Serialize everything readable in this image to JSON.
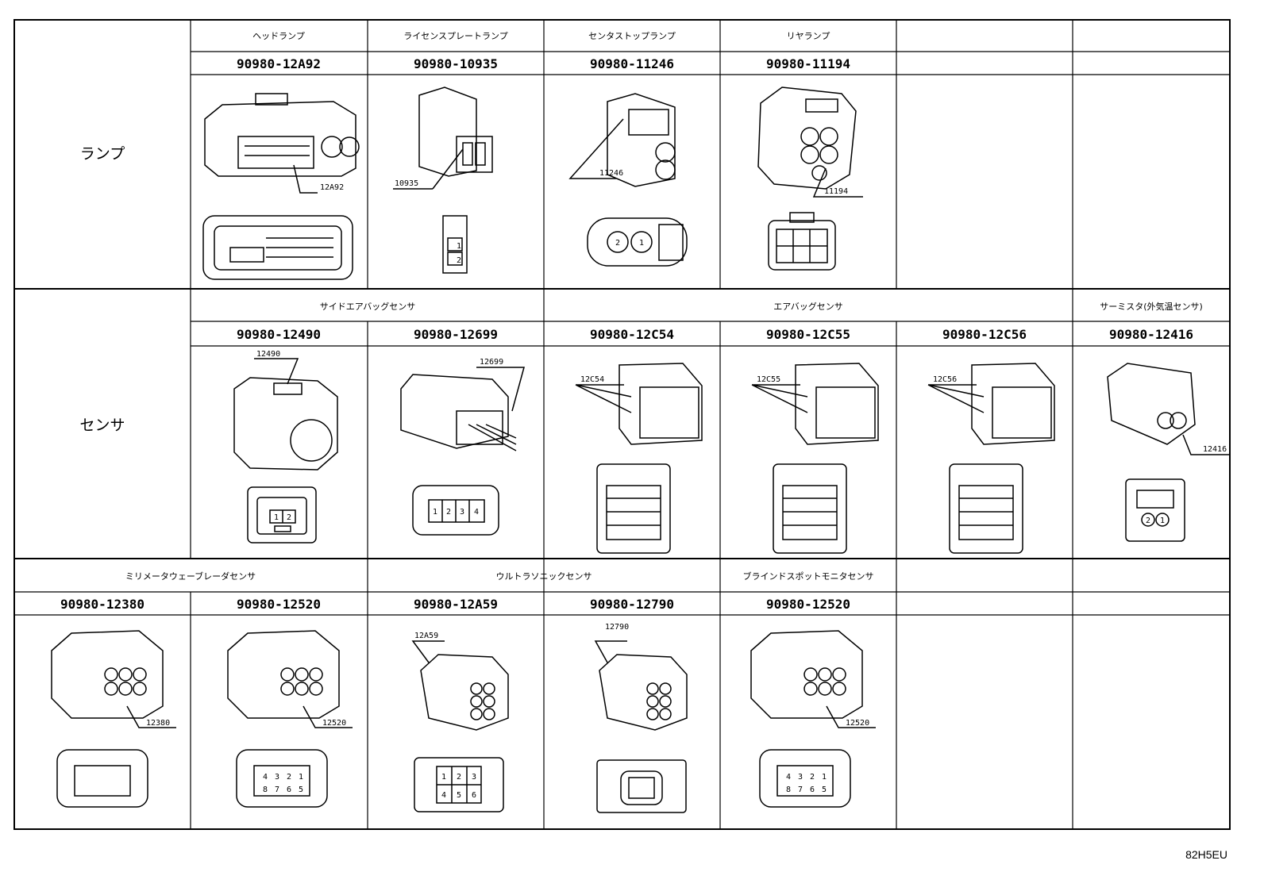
{
  "categories": {
    "lamp": "ランプ",
    "sensor": "センサ"
  },
  "row1": {
    "headers": [
      "ヘッドランプ",
      "ライセンスプレートランプ",
      "センタストップランプ",
      "リヤランプ"
    ],
    "parts": [
      "90980-12A92",
      "90980-10935",
      "90980-11246",
      "90980-11194"
    ],
    "labels": [
      "12A92",
      "10935",
      "11246",
      "11194"
    ]
  },
  "row2": {
    "headers": [
      "サイドエアバッグセンサ",
      "エアバッグセンサ",
      "サーミスタ(外気温センサ)"
    ],
    "parts": [
      "90980-12490",
      "90980-12699",
      "90980-12C54",
      "90980-12C55",
      "90980-12C56",
      "90980-12416"
    ],
    "labels": [
      "12490",
      "12699",
      "12C54",
      "12C55",
      "12C56",
      "12416"
    ]
  },
  "row3": {
    "headers": [
      "ミリメータウェーブレーダセンサ",
      "ウルトラソニックセンサ",
      "ブラインドスポットモニタセンサ"
    ],
    "parts": [
      "90980-12380",
      "90980-12520",
      "90980-12A59",
      "90980-12790",
      "90980-12520"
    ],
    "labels": [
      "12380",
      "12520",
      "12A59",
      "12790",
      "12520"
    ]
  },
  "pins": {
    "p12": [
      "1",
      "2"
    ],
    "p21": [
      "2",
      "1"
    ],
    "p1234": [
      "1",
      "2",
      "3",
      "4"
    ],
    "p6": [
      "1",
      "2",
      "3",
      "4",
      "5",
      "6"
    ],
    "p8": [
      "4",
      "3",
      "2",
      "1",
      "8",
      "7",
      "6",
      "5"
    ]
  },
  "drawing_code": "82H5EU"
}
